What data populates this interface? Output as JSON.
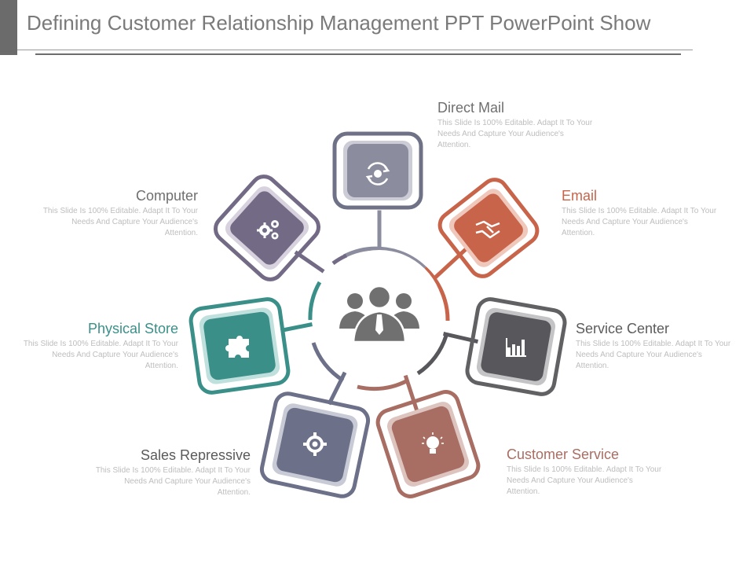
{
  "title": "Defining Customer Relationship Management PPT PowerPoint Show",
  "center_icon": "people-group-icon",
  "items": [
    {
      "label": "Direct Mail",
      "description": "This Slide Is 100% Editable. Adapt It To Your Needs And Capture Your Audience's Attention.",
      "color": "#8b8c9e",
      "icon": "refresh-gear-icon"
    },
    {
      "label": "Email",
      "description": "This Slide Is 100% Editable. Adapt It To Your Needs And Capture Your Audience's Attention.",
      "color": "#c8644a",
      "icon": "handshake-icon"
    },
    {
      "label": "Service Center",
      "description": "This Slide Is 100% Editable. Adapt It To Your Needs And Capture Your Audience's Attention.",
      "color": "#58585c",
      "icon": "bar-chart-icon"
    },
    {
      "label": "Customer Service",
      "description": "This Slide Is 100% Editable. Adapt It To Your Needs And Capture Your Audience's Attention.",
      "color": "#a86e63",
      "icon": "lightbulb-icon"
    },
    {
      "label": "Sales Repressive",
      "description": "This Slide Is 100% Editable. Adapt It To Your Needs And Capture Your Audience's Attention.",
      "color": "#6c7189",
      "icon": "target-gear-icon"
    },
    {
      "label": "Physical Store",
      "description": "This Slide Is 100% Editable. Adapt It To Your Needs And Capture Your Audience's Attention.",
      "color": "#3a9089",
      "icon": "puzzle-icon"
    },
    {
      "label": "Computer",
      "description": "This Slide Is 100% Editable. Adapt It To Your Needs And Capture Your Audience's Attention.",
      "color": "#736a86",
      "icon": "gears-icon"
    }
  ]
}
